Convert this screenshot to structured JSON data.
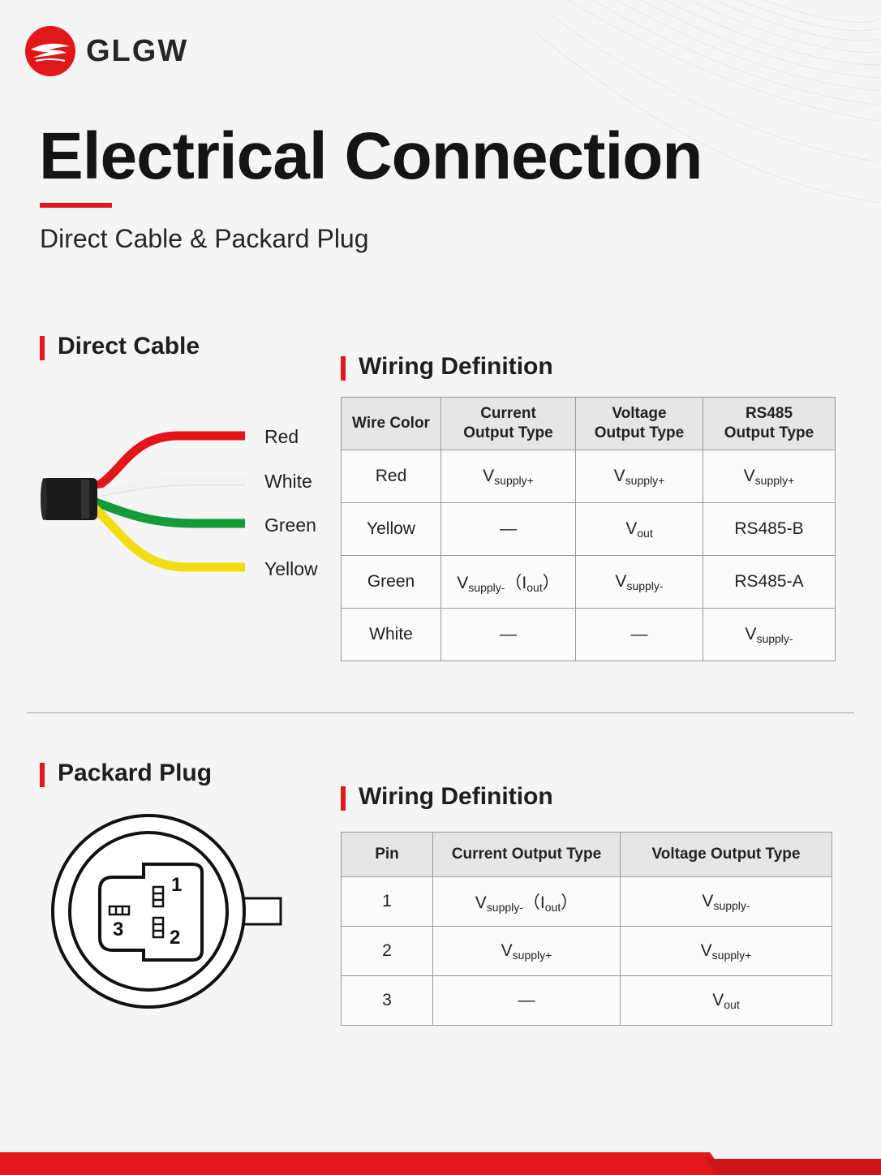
{
  "brand": {
    "name": "GLGW",
    "logo_icon": "glgw-logo-icon"
  },
  "header": {
    "title": "Electrical Connection",
    "subtitle": "Direct Cable & Packard Plug"
  },
  "colors": {
    "accent": "#e0181b",
    "wire_red": "#e4141b",
    "wire_white": "#f2f2f2",
    "wire_green": "#159a3a",
    "wire_yellow": "#f2dd12",
    "jacket": "#1a1a1a"
  },
  "direct_cable": {
    "heading": "Direct Cable",
    "wires": [
      {
        "label": "Red",
        "color": "#e4141b"
      },
      {
        "label": "White",
        "color": "#f2f2f2"
      },
      {
        "label": "Green",
        "color": "#159a3a"
      },
      {
        "label": "Yellow",
        "color": "#f2dd12"
      }
    ],
    "table": {
      "heading": "Wiring Definition",
      "headers": [
        [
          "Wire Color"
        ],
        [
          "Current",
          "Output Type"
        ],
        [
          "Voltage",
          "Output Type"
        ],
        [
          "RS485",
          "Output Type"
        ]
      ],
      "rows": [
        [
          {
            "t": "Red"
          },
          {
            "b": "V",
            "s": "supply+"
          },
          {
            "b": "V",
            "s": "supply+"
          },
          {
            "b": "V",
            "s": "supply+"
          }
        ],
        [
          {
            "t": "Yellow"
          },
          {
            "t": "—"
          },
          {
            "b": "V",
            "s": "out"
          },
          {
            "t": "RS485-B"
          }
        ],
        [
          {
            "t": "Green"
          },
          {
            "b": "V",
            "s": "supply-",
            "x": "（I",
            "xs": "out",
            "xe": "）"
          },
          {
            "b": "V",
            "s": "supply-"
          },
          {
            "t": "RS485-A"
          }
        ],
        [
          {
            "t": "White"
          },
          {
            "t": "—"
          },
          {
            "t": "—"
          },
          {
            "b": "V",
            "s": "supply-"
          }
        ]
      ]
    }
  },
  "packard_plug": {
    "heading": "Packard Plug",
    "pins": [
      "1",
      "2",
      "3"
    ],
    "table": {
      "heading": "Wiring Definition",
      "headers": [
        [
          "Pin"
        ],
        [
          "Current Output Type"
        ],
        [
          "Voltage Output Type"
        ]
      ],
      "rows": [
        [
          {
            "t": "1"
          },
          {
            "b": "V",
            "s": "supply-",
            "x": "（I",
            "xs": "out",
            "xe": "）"
          },
          {
            "b": "V",
            "s": "supply-"
          }
        ],
        [
          {
            "t": "2"
          },
          {
            "b": "V",
            "s": "supply+"
          },
          {
            "b": "V",
            "s": "supply+"
          }
        ],
        [
          {
            "t": "3"
          },
          {
            "t": "—"
          },
          {
            "b": "V",
            "s": "out"
          }
        ]
      ]
    }
  }
}
